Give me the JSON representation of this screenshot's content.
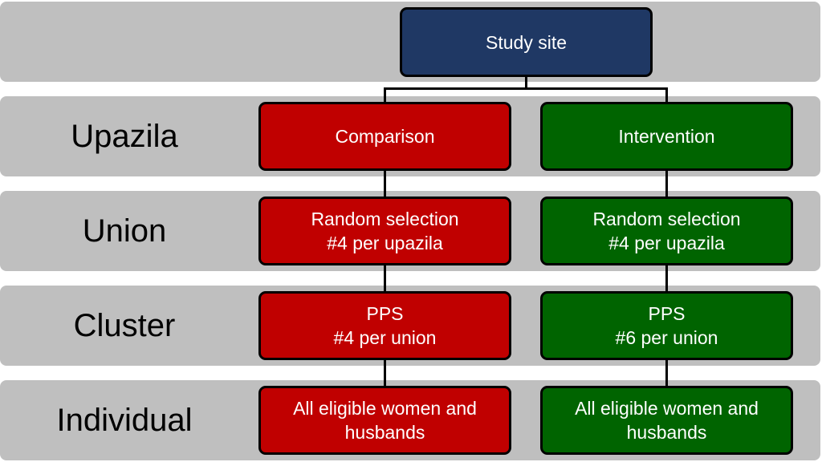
{
  "root": {
    "label": "Study site"
  },
  "levels": [
    {
      "label": "Upazila"
    },
    {
      "label": "Union"
    },
    {
      "label": "Cluster"
    },
    {
      "label": "Individual"
    }
  ],
  "comparison": [
    {
      "lines": [
        "Comparison"
      ]
    },
    {
      "lines": [
        "Random selection",
        "#4 per upazila"
      ]
    },
    {
      "lines": [
        "PPS",
        "#4 per union"
      ]
    },
    {
      "lines": [
        "All eligible women and",
        "husbands"
      ]
    }
  ],
  "intervention": [
    {
      "lines": [
        "Intervention"
      ]
    },
    {
      "lines": [
        "Random selection",
        "#4 per upazila"
      ]
    },
    {
      "lines": [
        "PPS",
        "#6 per union"
      ]
    },
    {
      "lines": [
        "All eligible women and",
        "husbands"
      ]
    }
  ],
  "colors": {
    "band": "#bfbfbf",
    "root": "#1f3864",
    "comparison": "#c00000",
    "intervention": "#006400"
  }
}
